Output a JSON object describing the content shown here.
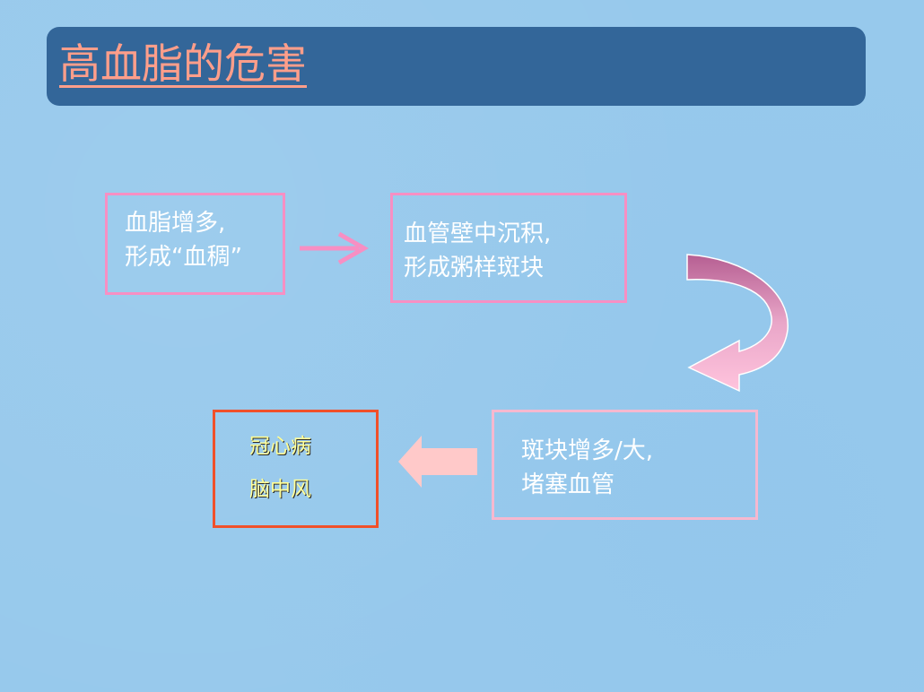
{
  "slide": {
    "title": "高血脂的危害",
    "colors": {
      "background": "#97c9ec",
      "title_bar": "#336699",
      "title_text": "#ff9e8a",
      "box_border_pink": "#f78fc3",
      "box_border_light_pink": "#f6b8cf",
      "box_border_red": "#f0502a",
      "outcome_text": "#ffff99"
    }
  },
  "flow": {
    "step1": {
      "line1": "血脂增多,",
      "line2": "形成“血稠”"
    },
    "step2": {
      "line1": "血管壁中沉积,",
      "line2": "形成粥样斑块"
    },
    "step3": {
      "line1": "斑块增多/大,",
      "line2": "堵塞血管"
    },
    "outcomes": {
      "item1": "冠心病",
      "item2": "脑中风"
    }
  },
  "arrows": {
    "a1": "right-arrow-icon",
    "a2": "curved-down-arrow-icon",
    "a3": "left-arrow-icon"
  }
}
